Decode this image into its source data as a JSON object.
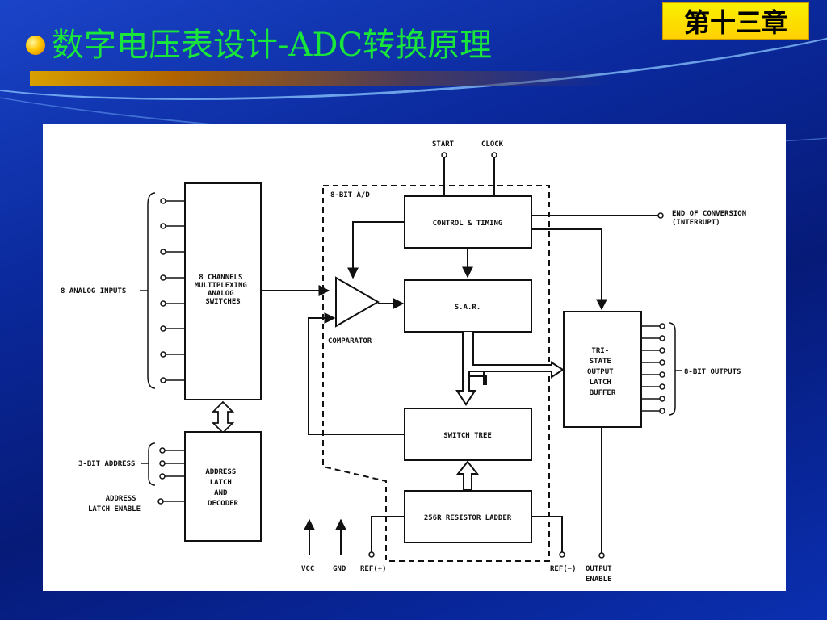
{
  "header": {
    "chapter_badge": "第十三章",
    "title": "数字电压表设计-ADC转换原理"
  },
  "diagram": {
    "inputs_label": "8 ANALOG INPUTS",
    "mux_lines": [
      "8 CHANNELS",
      "MULTIPLEXING",
      "ANALOG",
      "SWITCHES"
    ],
    "address_label": "3-BIT ADDRESS",
    "ale_lines": [
      "ADDRESS",
      "LATCH ENABLE"
    ],
    "addr_latch_lines": [
      "ADDRESS",
      "LATCH",
      "AND",
      "DECODER"
    ],
    "ad_label": "8-BIT A/D",
    "start_label": "START",
    "clock_label": "CLOCK",
    "control_label": "CONTROL & TIMING",
    "eoc_lines": [
      "END OF CONVERSION",
      "(INTERRUPT)"
    ],
    "comparator_label": "COMPARATOR",
    "sar_label": "S.A.R.",
    "switch_tree_label": "SWITCH TREE",
    "ladder_label": "256R RESISTOR LADDER",
    "tristate_lines": [
      "TRI-",
      "STATE",
      "OUTPUT",
      "LATCH",
      "BUFFER"
    ],
    "outputs_label": "8-BIT OUTPUTS",
    "vcc_label": "VCC",
    "gnd_label": "GND",
    "refp_label": "REF(+)",
    "refn_label": "REF(−)",
    "oe_lines": [
      "OUTPUT",
      "ENABLE"
    ]
  }
}
